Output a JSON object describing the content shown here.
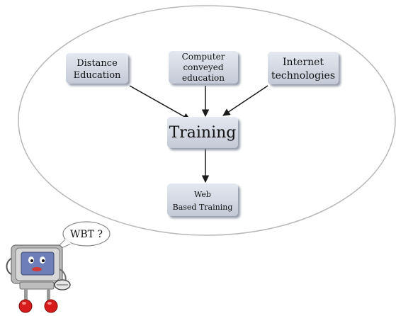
{
  "nodes": {
    "distance_education": [
      "Distance",
      "Education"
    ],
    "computer_conveyed": [
      "Computer",
      "conveyed",
      "education"
    ],
    "internet_tech": [
      "Internet",
      "technologies"
    ],
    "training": [
      "Training"
    ],
    "wbt": [
      "Web",
      "Based Training"
    ]
  },
  "speech_bubble": "WBT ?",
  "edges": [
    [
      "distance_education",
      "training"
    ],
    [
      "computer_conveyed",
      "training"
    ],
    [
      "internet_tech",
      "training"
    ],
    [
      "training",
      "wbt"
    ]
  ],
  "colors": {
    "box_fill": "#d2d7e2",
    "box_shadow": "#8f97a8",
    "ellipse_stroke": "#b8b8b8",
    "arrow": "#1a1a1a",
    "robot_body": "#c9c9c9",
    "robot_screen": "#6d7fb6",
    "robot_shoe": "#d81c1c"
  }
}
